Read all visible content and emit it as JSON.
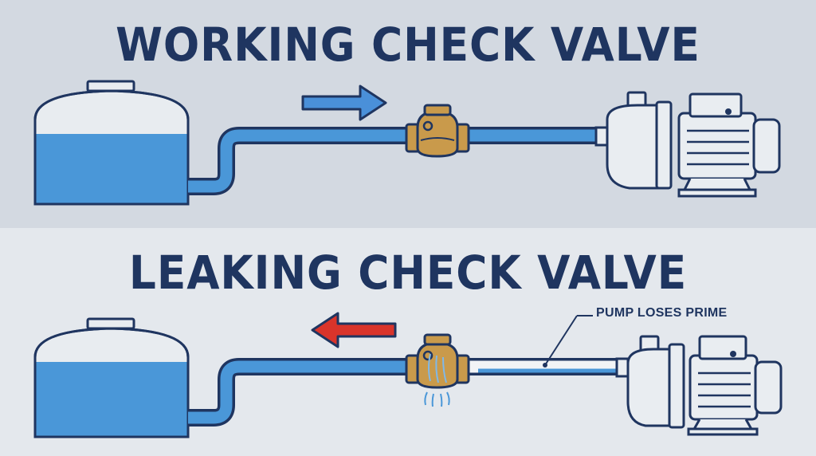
{
  "top_panel": {
    "title": "WORKING CHECK VALVE",
    "flow_direction": "toward pump",
    "arrow_color": "#4a90d9"
  },
  "bottom_panel": {
    "title": "LEAKING CHECK VALVE",
    "flow_direction": "back toward tank",
    "arrow_color": "#d9342b",
    "callout_label": "PUMP LOSES PRIME"
  },
  "colors": {
    "water": "#4a97d8",
    "tank_body": "#e8ecf0",
    "outline": "#1f3560",
    "brass": "#c99a4b",
    "empty_pipe": "#f2f4f6",
    "pump_body": "#e9edf1"
  }
}
